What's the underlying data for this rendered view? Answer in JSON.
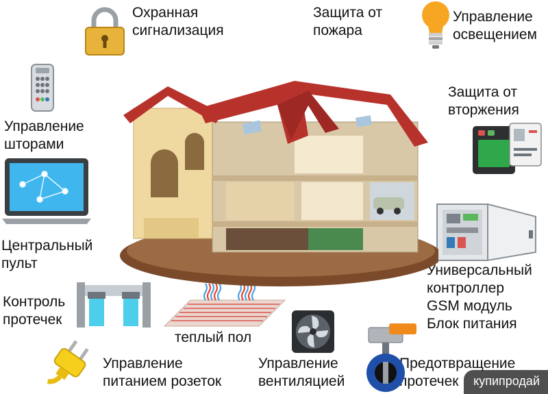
{
  "labels": {
    "security_alarm": "Охранная\nсигнализация",
    "fire_protection": "Защита от\nпожара",
    "lighting": "Управление\nосвещением",
    "intrusion": "Защита от\nвторжения",
    "blinds": "Управление\nшторами",
    "central_panel": "Центральный\nпульт",
    "leak_control": "Контроль\nпротечек",
    "floor_heating": "теплый пол",
    "controller": "Универсальный\nконтроллер\nGSM модуль\nБлок питания",
    "sockets": "Управление\nпитанием розеток",
    "ventilation": "Управление\nвентиляцией",
    "leak_prevention": "Предотвращение\nпротечек"
  },
  "watermark": "купипродай",
  "icons": {
    "lock": "padlock-icon",
    "bulb": "light-bulb-icon",
    "remote": "remote-control-icon",
    "tablet": "tablet-icon",
    "card_reader": "card-reader-icon",
    "leak_sensor": "leak-sensor-icon",
    "floor": "floor-heating-icon",
    "cabinet": "controller-cabinet-icon",
    "plug": "power-plug-icon",
    "fan": "fan-icon",
    "valve": "valve-icon",
    "house": "house-cutaway-illustration"
  },
  "colors": {
    "roof": "#b8322c",
    "wall": "#f0d9a0",
    "lock_gold": "#e8b33a",
    "bulb_orange": "#f6a623",
    "leak_blue": "#2ec5e8",
    "plug_yellow": "#f5cf1c",
    "valve_blue": "#1f4fa8",
    "card_green": "#2ea84a"
  }
}
